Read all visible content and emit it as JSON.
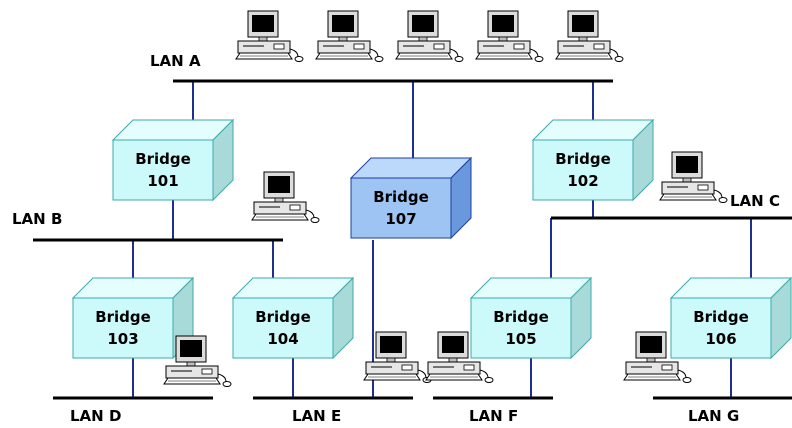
{
  "lans": [
    {
      "id": "lan-a",
      "label": "LAN A"
    },
    {
      "id": "lan-b",
      "label": "LAN B"
    },
    {
      "id": "lan-c",
      "label": "LAN C"
    },
    {
      "id": "lan-d",
      "label": "LAN D"
    },
    {
      "id": "lan-e",
      "label": "LAN E"
    },
    {
      "id": "lan-f",
      "label": "LAN F"
    },
    {
      "id": "lan-g",
      "label": "LAN G"
    }
  ],
  "bridges": [
    {
      "id": "bridge-101",
      "line1": "Bridge",
      "line2": "101",
      "highlight": false
    },
    {
      "id": "bridge-102",
      "line1": "Bridge",
      "line2": "102",
      "highlight": false
    },
    {
      "id": "bridge-103",
      "line1": "Bridge",
      "line2": "103",
      "highlight": false
    },
    {
      "id": "bridge-104",
      "line1": "Bridge",
      "line2": "104",
      "highlight": false
    },
    {
      "id": "bridge-105",
      "line1": "Bridge",
      "line2": "105",
      "highlight": false
    },
    {
      "id": "bridge-106",
      "line1": "Bridge",
      "line2": "106",
      "highlight": false
    },
    {
      "id": "bridge-107",
      "line1": "Bridge",
      "line2": "107",
      "highlight": true
    }
  ],
  "computer_icon": "computer-icon",
  "colors": {
    "lan_line": "#000000",
    "link_line": "#1f2f8f",
    "bridge_front": "#ccfafa",
    "bridge_side": "#a8dada",
    "bridge_top": "#e4fefe",
    "bridge_edge": "#3fa9a9",
    "bridge_hl_front": "#9ec4f4",
    "bridge_hl_side": "#6a98dc",
    "bridge_hl_top": "#bcd8fb",
    "bridge_hl_edge": "#1d3f9f"
  }
}
